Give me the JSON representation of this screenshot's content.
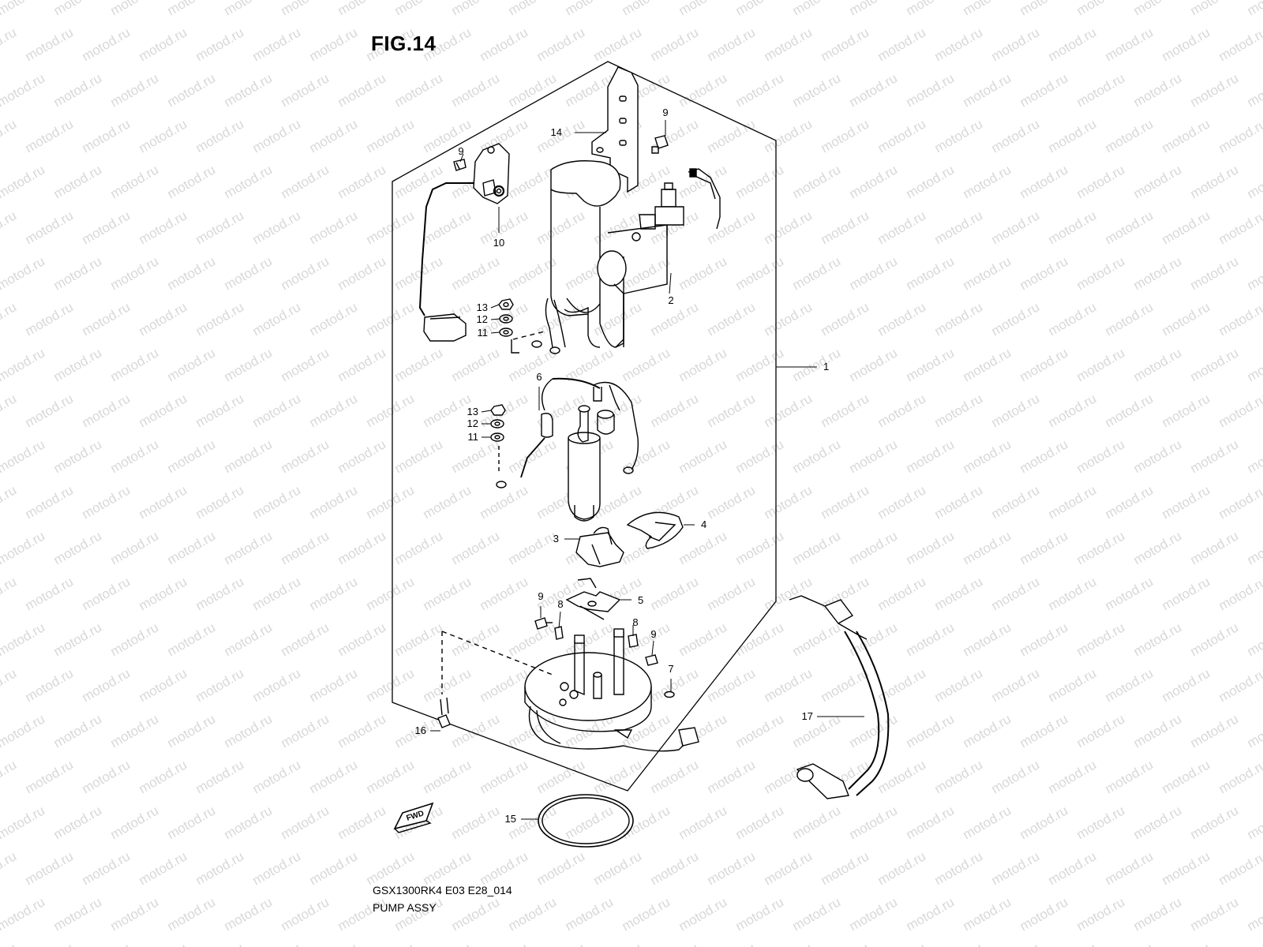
{
  "figure": {
    "title": "FIG.14",
    "model_code": "GSX1300RK4 E03 E28_014",
    "assembly_name": "PUMP ASSY"
  },
  "watermark": {
    "text": "motod.ru",
    "color": "#d8d8d8"
  },
  "callouts": [
    {
      "id": "c14",
      "text": "14"
    },
    {
      "id": "c9a",
      "text": "9"
    },
    {
      "id": "c9b",
      "text": "9"
    },
    {
      "id": "c10",
      "text": "10"
    },
    {
      "id": "c2",
      "text": "2"
    },
    {
      "id": "c13a",
      "text": "13"
    },
    {
      "id": "c12a",
      "text": "12"
    },
    {
      "id": "c11a",
      "text": "11"
    },
    {
      "id": "c1",
      "text": "1"
    },
    {
      "id": "c6",
      "text": "6"
    },
    {
      "id": "c13b",
      "text": "13"
    },
    {
      "id": "c12b",
      "text": "12"
    },
    {
      "id": "c11b",
      "text": "11"
    },
    {
      "id": "c4",
      "text": "4"
    },
    {
      "id": "c3",
      "text": "3"
    },
    {
      "id": "c9c",
      "text": "9"
    },
    {
      "id": "c8a",
      "text": "8"
    },
    {
      "id": "c5",
      "text": "5"
    },
    {
      "id": "c8b",
      "text": "8"
    },
    {
      "id": "c9d",
      "text": "9"
    },
    {
      "id": "c7",
      "text": "7"
    },
    {
      "id": "c17",
      "text": "17"
    },
    {
      "id": "c16",
      "text": "16"
    },
    {
      "id": "c15",
      "text": "15"
    }
  ],
  "forward_marker": {
    "text": "FWD",
    "icon": "forward-arrow-icon"
  }
}
